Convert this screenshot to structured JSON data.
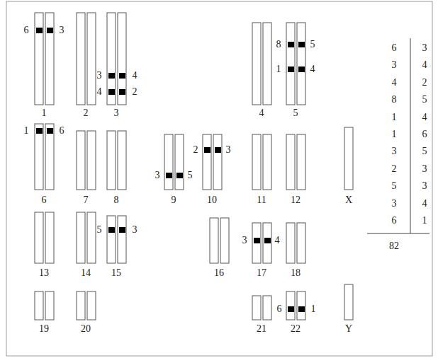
{
  "diagram": {
    "labels": [
      "6",
      "3",
      "3",
      "4",
      "4",
      "2",
      "8",
      "5",
      "1",
      "4",
      "1",
      "2",
      "3",
      "4",
      "5",
      "6",
      "3",
      "3",
      "4",
      "4",
      "2",
      "8",
      "5",
      "1",
      "4",
      "1",
      "6",
      "3",
      "5",
      "2",
      "3",
      "5",
      "3",
      "3",
      "4",
      "6",
      "1",
      "82",
      "1",
      "6",
      "2",
      "3",
      "3",
      "5",
      "6",
      "7",
      "8",
      "9",
      "10",
      "11",
      "12",
      "X",
      "5",
      "3",
      "3",
      "4",
      "13",
      "14",
      "15",
      "16",
      "17",
      "18",
      "6",
      "1",
      "19",
      "20",
      "21",
      "22",
      "Y"
    ]
  }
}
